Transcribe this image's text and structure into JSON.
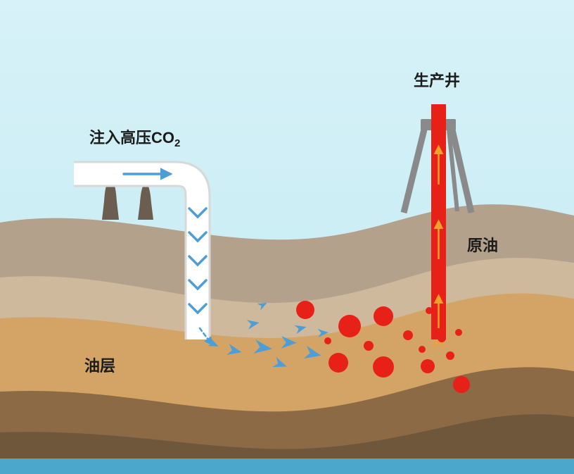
{
  "labels": {
    "injection_main": "注入高压CO",
    "injection_sub": "2",
    "production_well": "生产井",
    "crude_oil": "原油",
    "oil_layer": "油层"
  },
  "colors": {
    "sky_top": "#d7f2f8",
    "sky_bottom": "#c2e9f2",
    "layer_top": "#b4a18c",
    "layer_light": "#cfb99d",
    "layer_oil": "#d3a465",
    "layer_deep": "#8c6a45",
    "layer_bottom": "#6f573c",
    "water": "#4ba8cc",
    "oil_red": "#e82118",
    "arrow_blue": "#4d9ed8",
    "arrow_yellow": "#f2a12d",
    "pipe_white": "#ffffff",
    "pipe_outline": "#d8d8d8",
    "derrick_gray": "#8a8a8a",
    "tower_dark": "#6b5d50",
    "label_text": "#1b1b1b"
  }
}
